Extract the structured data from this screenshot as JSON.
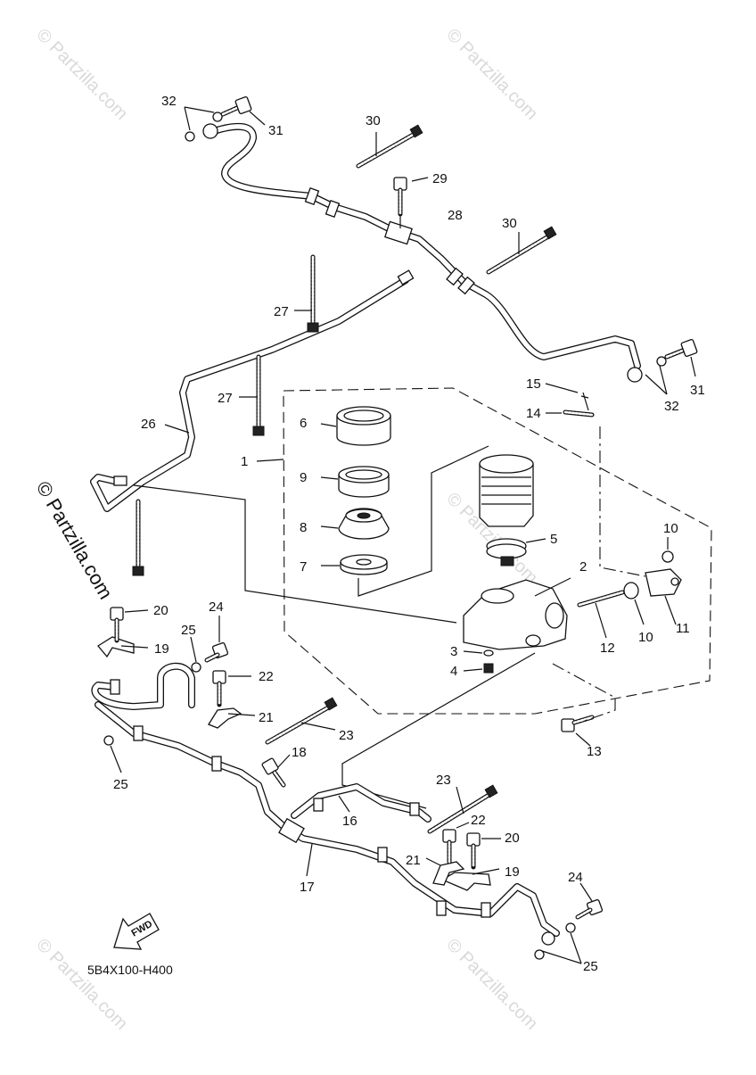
{
  "diagram": {
    "code": "5B4X100-H400",
    "fwd_label": "FWD",
    "watermark": "© Partzilla.com",
    "callouts": [
      "1",
      "2",
      "3",
      "4",
      "5",
      "6",
      "7",
      "8",
      "9",
      "10",
      "11",
      "12",
      "13",
      "14",
      "15",
      "16",
      "17",
      "18",
      "19",
      "20",
      "21",
      "22",
      "23",
      "24",
      "25",
      "26",
      "27",
      "28",
      "29",
      "30",
      "31",
      "32"
    ]
  }
}
